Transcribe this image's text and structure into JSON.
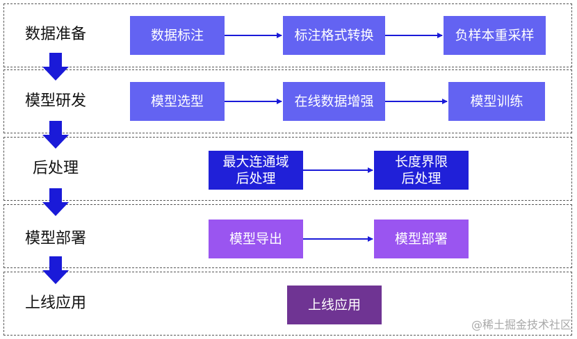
{
  "stages": [
    {
      "label": "数据准备",
      "nodes": [
        "数据标注",
        "标注格式转换",
        "负样本重采样"
      ]
    },
    {
      "label": "模型研发",
      "nodes": [
        "模型选型",
        "在线数据增强",
        "模型训练"
      ]
    },
    {
      "label": "后处理",
      "nodes": [
        [
          "最大连通域",
          "后处理"
        ],
        [
          "长度界限",
          "后处理"
        ]
      ]
    },
    {
      "label": "模型部署",
      "nodes": [
        "模型导出",
        "模型部署"
      ]
    },
    {
      "label": "上线应用",
      "nodes": [
        "上线应用"
      ]
    }
  ],
  "watermark": "@稀土掘金技术社区",
  "colors": {
    "periwinkle": "#6363f2",
    "navy": "#2020d8",
    "violet": "#9a55f0",
    "purple": "#6f3493",
    "arrow": "#1a1ad8",
    "border": "#555555"
  }
}
